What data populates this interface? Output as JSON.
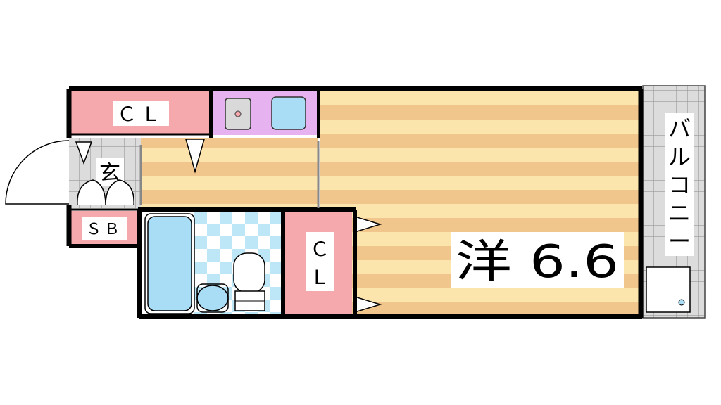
{
  "rooms": {
    "closet_top": "ＣＬ",
    "entrance": "玄",
    "shoe_box": "ＳＢ",
    "closet_mid_line1": "Ｃ",
    "closet_mid_line2": "Ｌ",
    "main_room": "洋 6.6",
    "balcony": [
      "バ",
      "ル",
      "コ",
      "ニ",
      "ー"
    ]
  },
  "colors": {
    "closet": "#f6a9ad",
    "kitchen": "#e6b3f0",
    "floor_stripe_a": "#fbe5ad",
    "floor_stripe_b": "#f0c68c",
    "fixture": "#a9dcf5",
    "wall": "#000000",
    "balcony_tile": "#c8c8c8"
  }
}
